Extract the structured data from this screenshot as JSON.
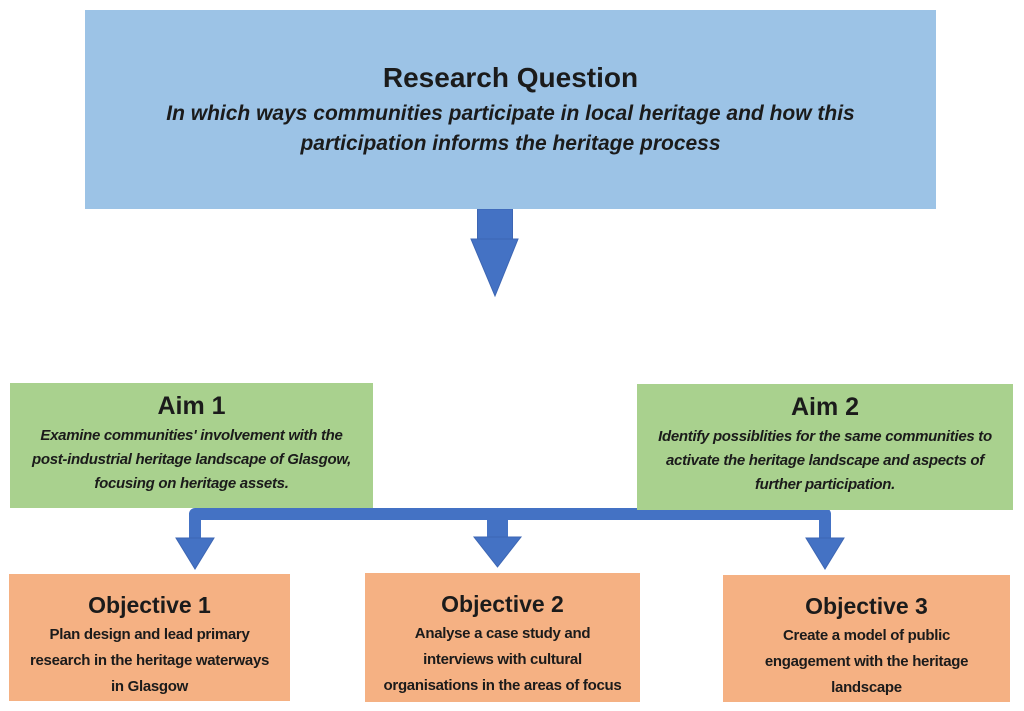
{
  "diagram_title": "Research aims and objectives flowchart",
  "colors": {
    "question_fill": "#9CC3E6",
    "aim_fill": "#A9D18E",
    "objective_fill": "#F5B183",
    "arrow_fill": "#4472C4",
    "arrow_edge": "#3D66B3",
    "text": "#1B1B1B",
    "background": "#FFFFFF"
  },
  "question": {
    "title": "Research Question",
    "body_lines": [
      "In which ways communities participate in local heritage and how this",
      "participation informs the heritage process"
    ]
  },
  "aims": [
    {
      "title": "Aim 1",
      "body_lines": [
        "Examine communities' involvement with the",
        "post-industrial heritage landscape of Glasgow,",
        "focusing on heritage assets."
      ]
    },
    {
      "title": "Aim 2",
      "body_lines": [
        "Identify possiblities for the same communities to",
        "activate the heritage landscape and aspects of",
        "further participation."
      ]
    }
  ],
  "objectives": [
    {
      "title": "Objective 1",
      "body_lines": [
        "Plan design and lead primary",
        "research in the heritage waterways",
        "in Glasgow"
      ]
    },
    {
      "title": "Objective 2",
      "body_lines": [
        "Analyse a case study and",
        "interviews with cultural",
        "organisations  in the areas of focus"
      ]
    },
    {
      "title": "Objective 3",
      "body_lines": [
        "Create a model of public",
        "engagement with the heritage",
        "landscape"
      ]
    }
  ]
}
